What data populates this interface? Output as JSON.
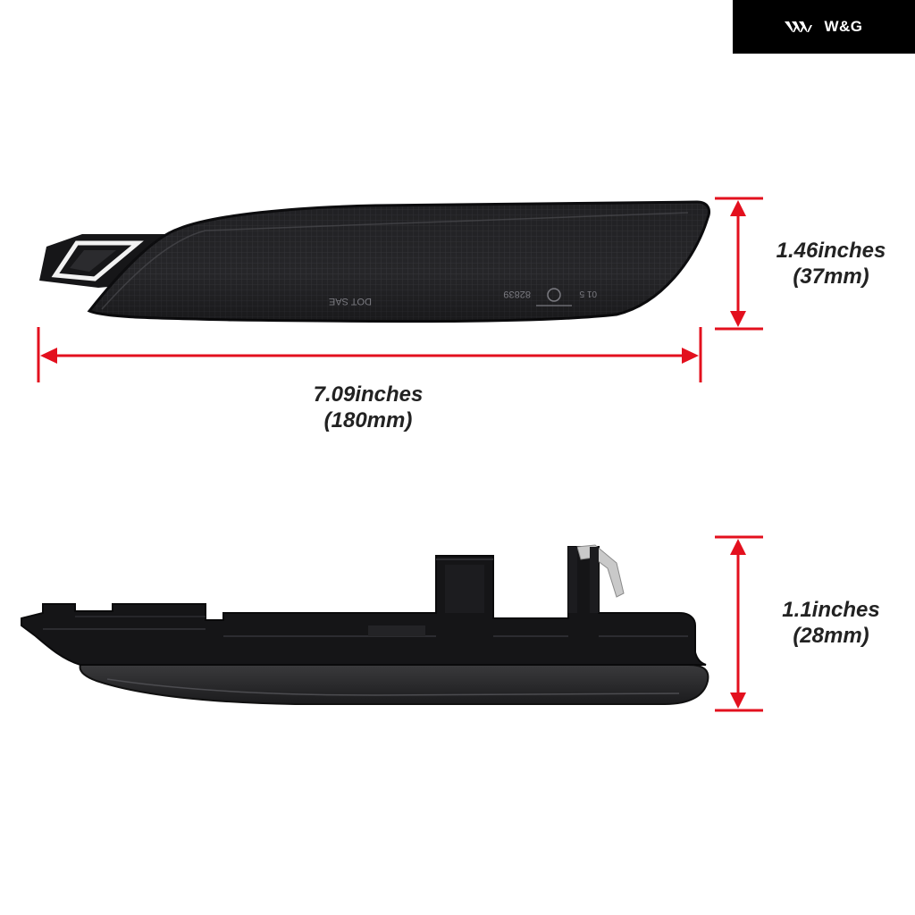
{
  "brand": {
    "name": "W&G",
    "logo_icon": "triple-chevron-logo-icon",
    "background": "#000000",
    "text_color": "#ffffff"
  },
  "product": {
    "top_view": {
      "markings": {
        "dot_sae": "DOT SAE",
        "code": "82839",
        "cert": "01 5"
      }
    }
  },
  "dimensions": {
    "top_height": {
      "inches": "1.46inches",
      "mm": "(37mm)"
    },
    "width": {
      "inches": "7.09inches",
      "mm": "(180mm)"
    },
    "bottom_height": {
      "inches": "1.1inches",
      "mm": "(28mm)"
    }
  },
  "colors": {
    "dimension_line": "#e3101e",
    "label_text": "#222222",
    "lens_dark": "#1e1e21",
    "housing": "#141416"
  }
}
